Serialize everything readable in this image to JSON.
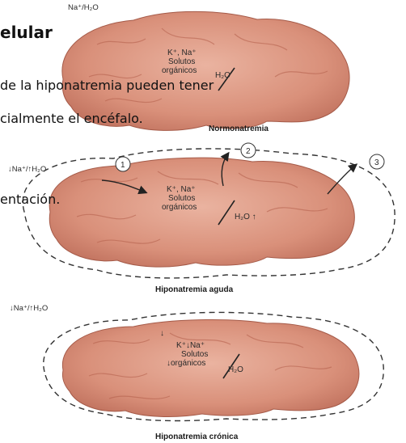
{
  "slide": {
    "title_fragment": "elular",
    "line1_fragment": "de la hiponatremia pueden tener",
    "line2_fragment": "cialmente el encéfalo.",
    "line3_fragment": "entación."
  },
  "figure": {
    "top_label": "Na⁺/H₂O",
    "normo": {
      "ions": "K⁺, Na⁺",
      "solutos": "Solutos",
      "organicos": "orgánicos",
      "water": "H₂O",
      "caption": "Normonatremia"
    },
    "acute": {
      "side_label": "↓Na⁺/↑H₂O",
      "step1": "1",
      "step2": "2",
      "step3": "3",
      "ions": "K⁺, Na⁺",
      "solutos": "Solutos",
      "organicos": "orgánicos",
      "water": "H₂O ↑",
      "caption": "Hiponatremia aguda"
    },
    "chronic": {
      "side_label": "↓Na⁺/↑H₂O",
      "ions": "K⁺↓Na⁺",
      "solutos": "Solutos",
      "organicos": "↓orgánicos",
      "down_arrow": "↓",
      "water": "H₂O",
      "caption": "Hiponatremia crónica"
    }
  }
}
